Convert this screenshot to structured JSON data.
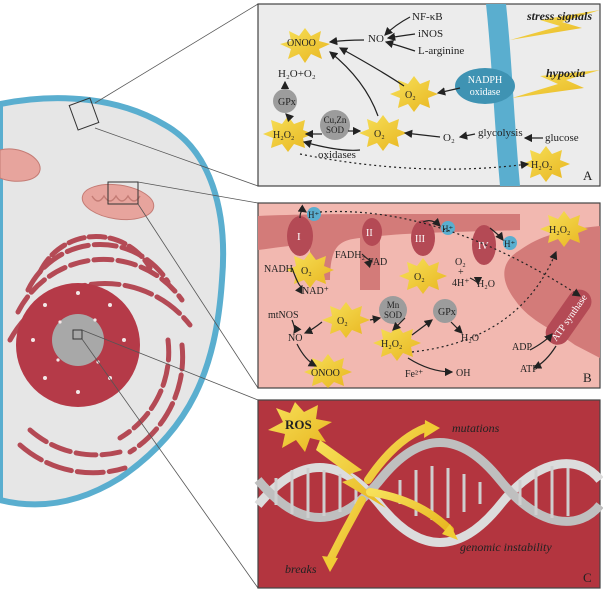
{
  "panels": {
    "A": {
      "letter": "A",
      "stress_signals": "stress signals",
      "hypoxia": "hypoxia",
      "nfkb": "NF-κB",
      "inos": "iNOS",
      "larginine": "L-arginine",
      "no_rad": "NO",
      "onoo": "ONOO",
      "superoxide": "O₂",
      "h2o_o2": "H₂O+O₂",
      "gpx": "GPx",
      "h2o2": "H₂O₂",
      "cuzn_sod_1": "Cu,Zn",
      "cuzn_sod_2": "SOD",
      "oxidases": "oxidases",
      "o2": "O₂",
      "glycolysis": "glycolysis",
      "glucose": "glucose",
      "nadph_1": "NADPH",
      "nadph_2": "oxidase"
    },
    "B": {
      "letter": "B",
      "complex_I": "I",
      "complex_II": "II",
      "complex_III": "III",
      "complex_IV": "IV",
      "hplus": "H⁺",
      "nadh": "NADH",
      "nadplus": "NAD⁺",
      "fadh2": "FADH₂",
      "fad": "FAD",
      "o2": "O₂",
      "four_h": "4H⁺",
      "plus": "+",
      "h2o": "H₂O",
      "superoxide": "O₂",
      "h2o2": "H₂O₂",
      "mtnos": "mtNOS",
      "no_rad": "NO",
      "onoo": "ONOO",
      "mnsod_1": "Mn",
      "mnsod_2": "SOD",
      "gpx": "GPx",
      "fe": "Fe²⁺",
      "oh": "OH",
      "adp": "ADP",
      "atp": "ATP",
      "atp_synthase": "ATP synthase"
    },
    "C": {
      "letter": "C",
      "ros": "ROS",
      "mutations": "mutations",
      "breaks": "breaks",
      "genomic_instability": "genomic instability"
    }
  },
  "colors": {
    "membrane_blue": "#5aaecf",
    "cytoplasm": "#e7e7e7",
    "mito_pink": "#e7a49d",
    "mito_dark": "#b44a55",
    "nucleus": "#b53a48",
    "burst_yellow": "#f6df4a",
    "enzyme_gray": "#9c9c9c",
    "proton_blue": "#5aaecf",
    "dna_red": "#b3353f"
  }
}
